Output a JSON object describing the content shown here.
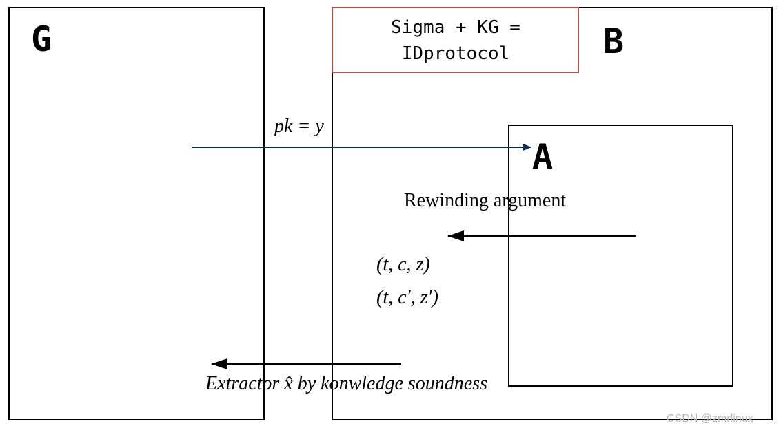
{
  "boxes": {
    "g": {
      "label": "G"
    },
    "b": {
      "label": "B"
    },
    "a": {
      "label": "A"
    },
    "protocol": {
      "line1": "Sigma + KG =",
      "line2": "IDprotocol"
    }
  },
  "arrows": {
    "public_key": {
      "label": "pk = y"
    },
    "transcripts": {
      "label1": "(t, c, z)",
      "label2": "(t, c′, z′)"
    },
    "extractor": {
      "label": "Extractor x̂ by konwledge soundness"
    }
  },
  "annotations": {
    "rewinding": "Rewinding argument"
  },
  "watermark": "CSDN @zmrlinux",
  "colors": {
    "box_stroke": "#000000",
    "protocol_stroke": "#c0504d",
    "pk_arrow": "#0d2b5c",
    "arrow": "#000000",
    "watermark": "#b8b8b8"
  }
}
